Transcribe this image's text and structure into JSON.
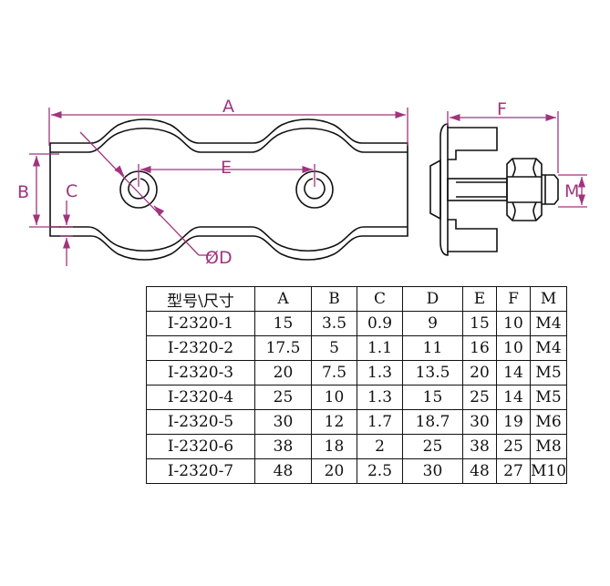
{
  "colors": {
    "dimension": "#a0347e",
    "outline": "#111111",
    "background": "#ffffff"
  },
  "drawing": {
    "labels": {
      "A": "A",
      "B": "B",
      "C": "C",
      "D": "ØD",
      "E": "E",
      "F": "F",
      "M": "M"
    }
  },
  "table": {
    "headers": [
      "型号\\尺寸",
      "A",
      "B",
      "C",
      "D",
      "E",
      "F",
      "M"
    ],
    "rows": [
      [
        "I-2320-1",
        "15",
        "3.5",
        "0.9",
        "9",
        "15",
        "10",
        "M4"
      ],
      [
        "I-2320-2",
        "17.5",
        "5",
        "1.1",
        "11",
        "16",
        "10",
        "M4"
      ],
      [
        "I-2320-3",
        "20",
        "7.5",
        "1.3",
        "13.5",
        "20",
        "14",
        "M5"
      ],
      [
        "I-2320-4",
        "25",
        "10",
        "1.3",
        "15",
        "25",
        "14",
        "M5"
      ],
      [
        "I-2320-5",
        "30",
        "12",
        "1.7",
        "18.7",
        "30",
        "19",
        "M6"
      ],
      [
        "I-2320-6",
        "38",
        "18",
        "2",
        "25",
        "38",
        "25",
        "M8"
      ],
      [
        "I-2320-7",
        "48",
        "20",
        "2.5",
        "30",
        "48",
        "27",
        "M10"
      ]
    ]
  }
}
